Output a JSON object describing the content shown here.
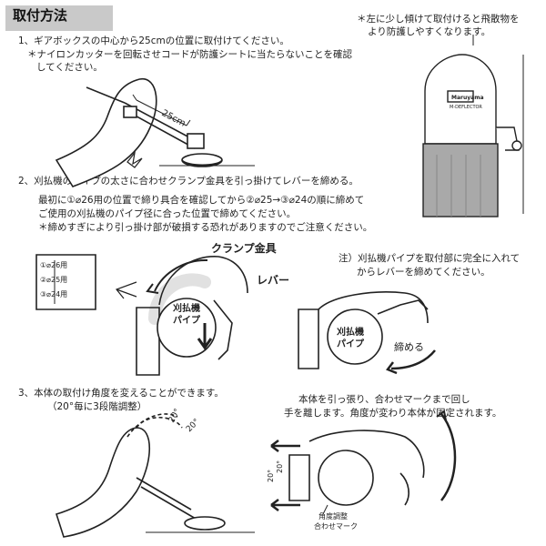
{
  "title": "取付方法",
  "side_note": [
    "＊左に少し傾けて取付けると飛散物を",
    "より防護しやすくなります。"
  ],
  "product_label": [
    "Maruyama",
    "M-DEFLECTOR"
  ],
  "step1": {
    "heading": "1、ギアボックスの中心から25cmの位置に取付けてください。",
    "note": [
      "＊ナイロンカッターを回転させコードが防護シートに当たらないことを確認",
      "してください。"
    ],
    "distance_label": "25cm"
  },
  "step2": {
    "heading": "2、刈払機のパイプの太さに合わせクランプ金具を引っ掛けてレバーを締める。",
    "text": [
      "最初に①⌀26用の位置で締り具合を確認してから②⌀25→③⌀24の順に締めて",
      "ご使用の刈払機のパイプ径に合った位置で締めてください。"
    ],
    "warning": "＊締めすぎにより引っ掛け部が破損する恐れがありますのでご注意ください。",
    "clamp_label": "クランプ金具",
    "lever_label": "レバー",
    "pipe_label": [
      "刈払機",
      "パイプ"
    ],
    "positions": [
      "①⌀26用",
      "②⌀25用",
      "③⌀24用"
    ],
    "note": [
      "注）刈払機パイプを取付部に完全に入れて",
      "からレバーを締めてください。"
    ],
    "tighten_label": "締める"
  },
  "step3": {
    "heading": "3、本体の取付け角度を変えることができます。",
    "sub": "（20°毎に3段階調整）",
    "desc": [
      "本体を引っ張り、合わせマークまで回し",
      "手を離します。角度が変わり本体が固定されます。"
    ],
    "angle_labels": [
      "20°",
      "20°"
    ],
    "mark_label": [
      "角度調整",
      "合わせマーク"
    ]
  }
}
